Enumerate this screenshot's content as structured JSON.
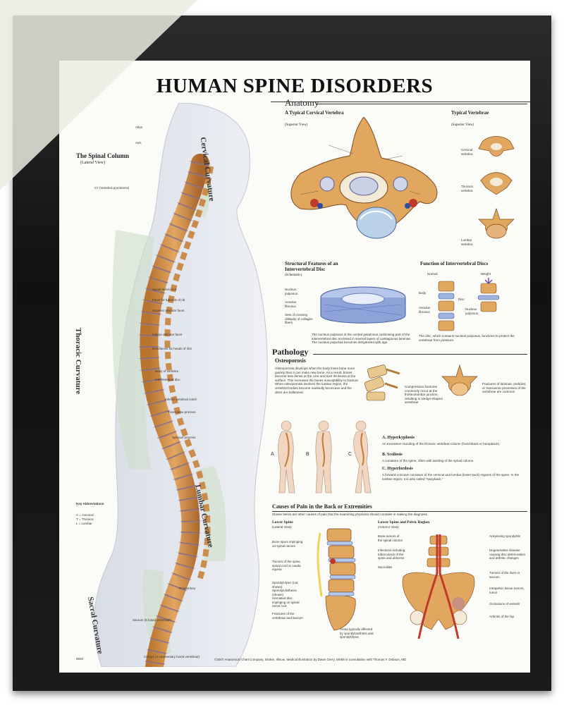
{
  "poster": {
    "title": "HUMAN SPINE DISORDERS",
    "number": "9920",
    "copyright": "©2007 Anatomical Chart Company, Skokie, Illinois. Medical illustration by Dawn Gerry, MSMI in consultation with Thomas F. Dobson, MD"
  },
  "spinal_column": {
    "heading": "The Spinal Column",
    "subheading": "(Lateral View)",
    "labels": [
      "Atlas",
      "Axis",
      "C7 (Vertebra prominens)",
      "Spinal nerve root",
      "Facet for tubercle of rib",
      "Superior articular facet",
      "Inferior articular facet",
      "Demifacets for heads of ribs",
      "Body of vertebra",
      "Intervertebral disc",
      "Inferior vertebral notch",
      "Transverse process",
      "Spinous process",
      "Promontory",
      "Sacrum (5 fused vertebrae)",
      "Coccyx (4 rudimentary fused vertebrae)"
    ],
    "regions": [
      "Cervical Curvature",
      "Thoracic Curvature",
      "Lumbar Curvature",
      "Sacral Curvature"
    ],
    "key_title": "Key Abbreviations",
    "key_items": [
      "C = Cervical",
      "T = Thoracic",
      "L = Lumbar"
    ]
  },
  "anatomy": {
    "heading": "Anatomy",
    "cervical_title": "A Typical Cervical Vertebra",
    "cervical_sub": "(Superior View)",
    "typical_title": "Typical Vertebrae",
    "typical_sub": "(Superior View)",
    "typical_labels": [
      "Cervical vertebra",
      "Thoracic vertebra",
      "Lumbar vertebra"
    ],
    "structural_title": "Structural Features of an Intervertebral Disc",
    "structural_sub": "(Schematic)",
    "structural_labels": [
      "Nucleus pulposus",
      "Annulus fibrosus",
      "Sets of crossing obliquity of collagen fibers"
    ],
    "structural_text": "The nucleus pulposus is the central gelatinous cushioning part of the intervertebral disc enclosed in several layers of cartilaginous laminae. The nucleus pulposus becomes dehydrated with age.",
    "function_title": "Function of Intervertebral Discs",
    "function_labels": [
      "Normal",
      "Weight",
      "Body",
      "Disc",
      "Annulus fibrosus",
      "Nucleus pulposus"
    ],
    "function_text": "The disc, which contains nucleus pulposus, functions to protect the vertebrae from pressure."
  },
  "pathology": {
    "heading": "Pathology",
    "osteoporosis_title": "Osteoporosis",
    "osteoporosis_text": "Osteoporosis develops when the body loses bone more quickly than it can make new bone. As a result, bones become less dense at the core and lose thickness at the surface. This increases the bones susceptibility to fracture. When osteoporosis involves the lumbar region, the vertebral bodies become markedly biconcave and the discs are ballooned.",
    "compression_text": "Compression fractures commonly occur at the thoracolumbar junction, resulting in wedge-shaped vertebrae",
    "fracture_text": "Fractures of laminae, pedicles, or transverse processes of the vertebrae are common",
    "figure_letters": [
      "A",
      "B",
      "C"
    ],
    "conditions": [
      {
        "title": "A. Hyperkyphosis",
        "text": "An excessive rounding of the thoracic vertebral column (hunchback or humpback)."
      },
      {
        "title": "B. Scoliosis",
        "text": "A curvature of the spine, often with twisting of the spinal column."
      },
      {
        "title": "C. Hyperlordosis",
        "text": "A forward-concave curvature of the cervical and lumbar (lower back) regions of the spine. In the lumbar region, it is also called \"swayback.\""
      }
    ]
  },
  "pain": {
    "heading": "Causes of Pain in the Back or Extremities",
    "subtext": "Shown below are other causes of pain that the examining physician should consider in making the diagnosis.",
    "lower_spine_title": "Lower Spine",
    "lower_spine_sub": "(Lateral View)",
    "lower_spine_labels": [
      "Bone spurs impinging on spinal nerves",
      "Tumors of the spine, spinal cord or cauda equina",
      "Spondylolysis (not shown) Spondylolisthesis (shown)",
      "Herniated disc impinging on spinal nerve root",
      "Fractures of the vertebrae and sacrum",
      "Areas typically affected by spondyloarthritis and spondylolysis"
    ],
    "pelvic_title": "Lower Spine and Pelvic Region",
    "pelvic_sub": "(Anterior View)",
    "pelvic_labels": [
      "Bone tumors of the spinal column",
      "Infections including tuberculosis of the spine and abscess",
      "Sacroiliitis",
      "Ankylosing spondylitis",
      "Degenerative disease causing disc deterioration and arthritic changes",
      "Tumors of the ilium or sacrum",
      "Intrapelvic tissue tumors, tumor",
      "Occlusions of vessels",
      "Arthritis of the hip"
    ]
  }
}
